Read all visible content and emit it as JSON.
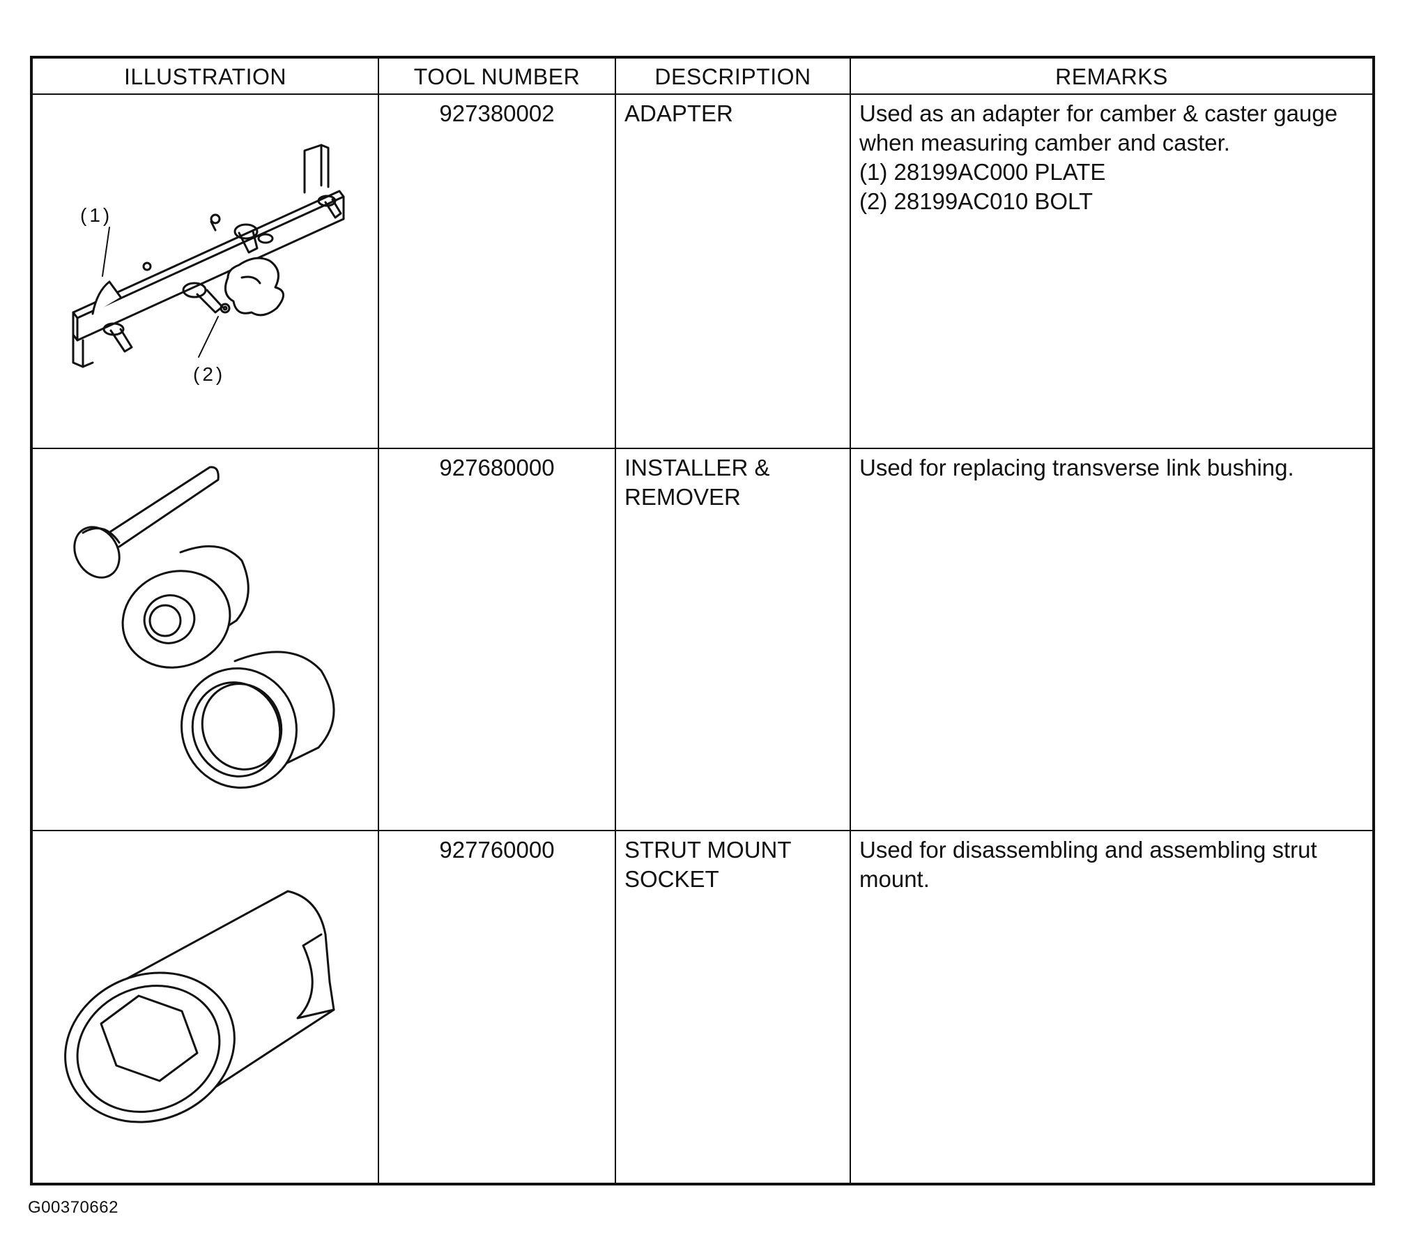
{
  "table": {
    "headers": {
      "illustration": "ILLUSTRATION",
      "tool_number": "TOOL NUMBER",
      "description": "DESCRIPTION",
      "remarks": "REMARKS"
    },
    "rows": [
      {
        "tool_number": "927380002",
        "description_lines": [
          "ADAPTER"
        ],
        "remarks_lines": [
          "Used as an adapter for camber & caster gauge",
          "when measuring camber and caster.",
          "(1)  28199AC000 PLATE",
          "(2)  28199AC010 BOLT"
        ],
        "illustration_icon": "adapter-plate-with-wing-bolts-icon",
        "callouts": [
          "(1)",
          "(2)"
        ]
      },
      {
        "tool_number": "927680000",
        "description_lines": [
          "INSTALLER &",
          "REMOVER"
        ],
        "remarks_lines": [
          "Used for replacing transverse link bushing."
        ],
        "illustration_icon": "installer-remover-set-icon"
      },
      {
        "tool_number": "927760000",
        "description_lines": [
          "STRUT MOUNT",
          "SOCKET"
        ],
        "remarks_lines": [
          "Used for disassembling and assembling strut",
          "mount."
        ],
        "illustration_icon": "hex-socket-icon"
      }
    ]
  },
  "figure_code": "G00370662"
}
